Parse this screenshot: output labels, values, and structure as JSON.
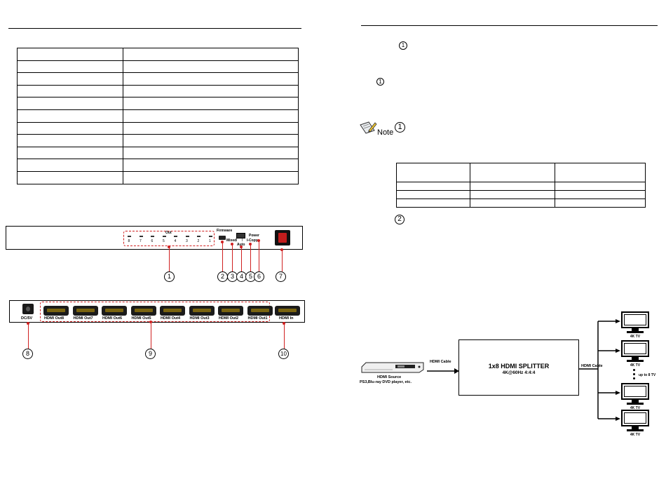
{
  "left_page": {
    "spec_table_rows": 11,
    "front_panel": {
      "out_group_label": "Out",
      "led_numbers": [
        "8",
        "7",
        "6",
        "5",
        "4",
        "3",
        "2",
        "1"
      ],
      "firmware_label": "Firmware",
      "power_label": "Power",
      "mixed_label": "Mixed",
      "switch_marks": [
        "I",
        "I"
      ],
      "auto_label": "Auto",
      "copy_label": "I-Copy",
      "callouts": [
        "1",
        "2",
        "3",
        "4",
        "5",
        "6",
        "7"
      ]
    },
    "rear_panel": {
      "dc_label": "DC/5V",
      "outputs": [
        "HDMI Out8",
        "HDMI Out7",
        "HDMI Out6",
        "HDMI Out5",
        "HDMI Out4",
        "HDMI Out3",
        "HDMI Out2",
        "HDMI Out1"
      ],
      "input": "HDMI In",
      "callouts": [
        "8",
        "9",
        "10"
      ]
    }
  },
  "right_page": {
    "marker_1a": "1",
    "marker_1b": "1",
    "note_label": "Note",
    "note_marker": "1",
    "marker_2": "2",
    "mode_table": {
      "rows": 4,
      "cols": 3
    },
    "diagram": {
      "source_label": "HDMI Source",
      "source_sub": "PS3,Blu-ray DVD player, etc.",
      "cable_in_label": "HDMI Cable",
      "splitter_title": "1x8 HDMI SPLITTER",
      "splitter_sub": "4K@60Hz 4:4:4",
      "cable_out_label": "HDMI Cable",
      "tv_labels": [
        "4K TV",
        "4K TV",
        "4K TV",
        "4K TV"
      ],
      "up_to": "up to 8 TV"
    }
  }
}
